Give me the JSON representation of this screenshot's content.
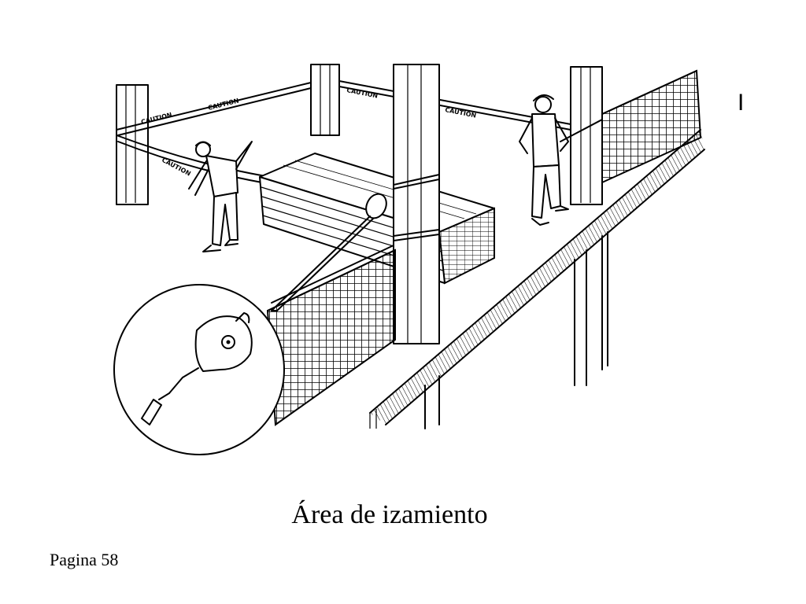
{
  "caption": "Área de izamiento",
  "page_label": "Pagina 58",
  "side_mark": "I",
  "tape_label": "CAUTION"
}
